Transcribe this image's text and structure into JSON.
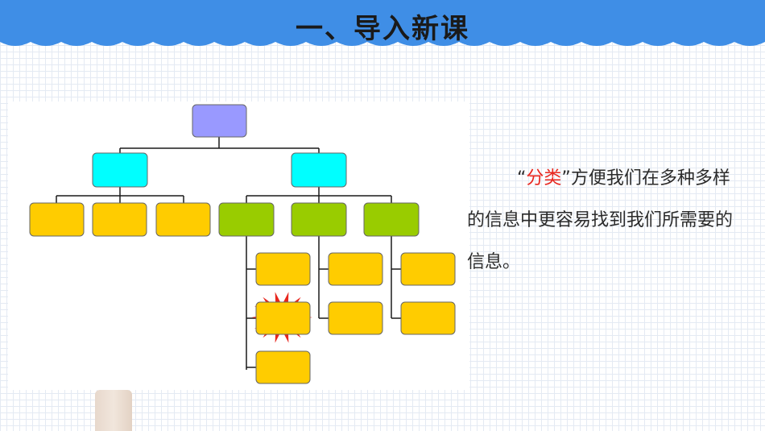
{
  "title": "一、导入新课",
  "colors": {
    "header_blue": "#3f8ee6",
    "root_node": "#9999ff",
    "level1_node": "#00ffff",
    "leaf_node": "#ffcc00",
    "branch_node": "#99cc00",
    "burst": "#e8261d",
    "highlight_text": "#e8261d"
  },
  "diagram": {
    "type": "tree-hierarchy",
    "node_labels": "empty (no text inside boxes)",
    "has_starburst_marker": true
  },
  "text": {
    "quote_open": "“",
    "highlight": "分类",
    "rest": "”方便我们在多种多样的信息中更容易找到我们所需要的信息。"
  }
}
